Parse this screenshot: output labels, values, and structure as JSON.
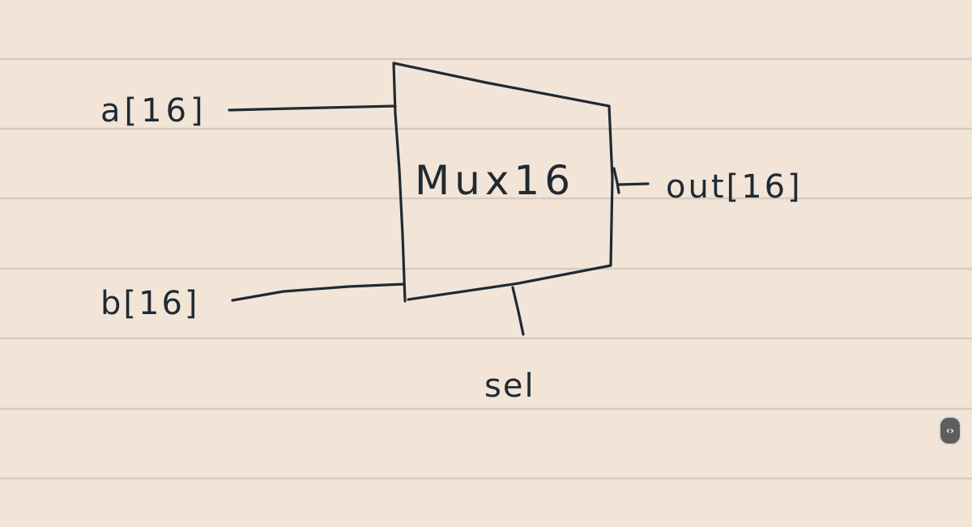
{
  "page": {
    "background_color": "#f3e4d8",
    "rule_color": "#d7cbc1",
    "ink_color": "#1f2a33"
  },
  "diagram": {
    "block_label": "Mux16",
    "inputs": [
      "a[16]",
      "b[16]"
    ],
    "output": "out[16]",
    "select": "sel"
  },
  "scroll_handle": {
    "icon": "chevron-left-right-icon",
    "glyph": "‹›"
  }
}
